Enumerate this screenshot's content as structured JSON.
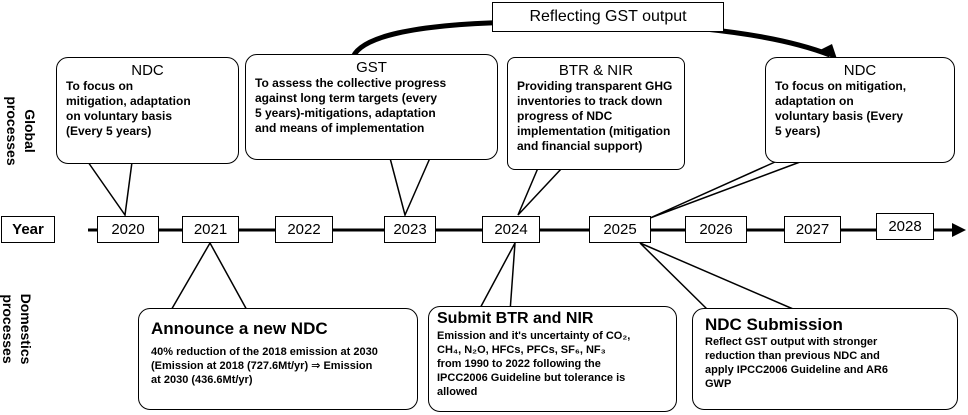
{
  "top_banner": "Reflecting GST output",
  "side_labels": {
    "global": [
      "Global",
      "processes"
    ],
    "year": "Year",
    "domestic": [
      "Domestics",
      "processes"
    ]
  },
  "years": [
    "2020",
    "2021",
    "2022",
    "2023",
    "2024",
    "2025",
    "2026",
    "2027",
    "2028"
  ],
  "global_boxes": {
    "ndc_2020": {
      "title": "NDC",
      "lines": [
        "To focus on",
        "mitigation, adaptation",
        "on voluntary basis",
        "(Every 5 years)"
      ]
    },
    "gst": {
      "title": "GST",
      "lines": [
        "To assess the collective progress",
        "against long term targets (every",
        "5 years)-mitigations, adaptation",
        "and means of implementation"
      ]
    },
    "btr_nir": {
      "title": "BTR & NIR",
      "lines": [
        "Providing transparent GHG",
        "inventories to track down",
        "progress of NDC",
        "implementation (mitigation",
        "and financial support)"
      ]
    },
    "ndc_2025": {
      "title": "NDC",
      "lines": [
        "To focus on mitigation,",
        "adaptation on",
        "voluntary basis (Every",
        "5 years)"
      ]
    }
  },
  "domestic_boxes": {
    "announce": {
      "title": "Announce a new NDC",
      "lines": [
        "40% reduction of the 2018 emission at 2030",
        "(Emission at 2018 (727.6Mt/yr) ⇒ Emission",
        "at 2030 (436.6Mt/yr)"
      ]
    },
    "submit": {
      "title": "Submit BTR and NIR",
      "lines": [
        "Emission and it's uncertainty of CO₂,",
        "CH₄, N₂O, HFCs, PFCs, SF₆, NF₃",
        "from 1990 to 2022 following the",
        "IPCC2006 Guideline but tolerance is",
        "allowed"
      ]
    },
    "ndc_submission": {
      "title": "NDC Submission",
      "lines": [
        "Reflect GST output with stronger",
        "reduction than previous NDC and",
        "apply IPCC2006 Guideline and AR6",
        "GWP"
      ]
    }
  }
}
